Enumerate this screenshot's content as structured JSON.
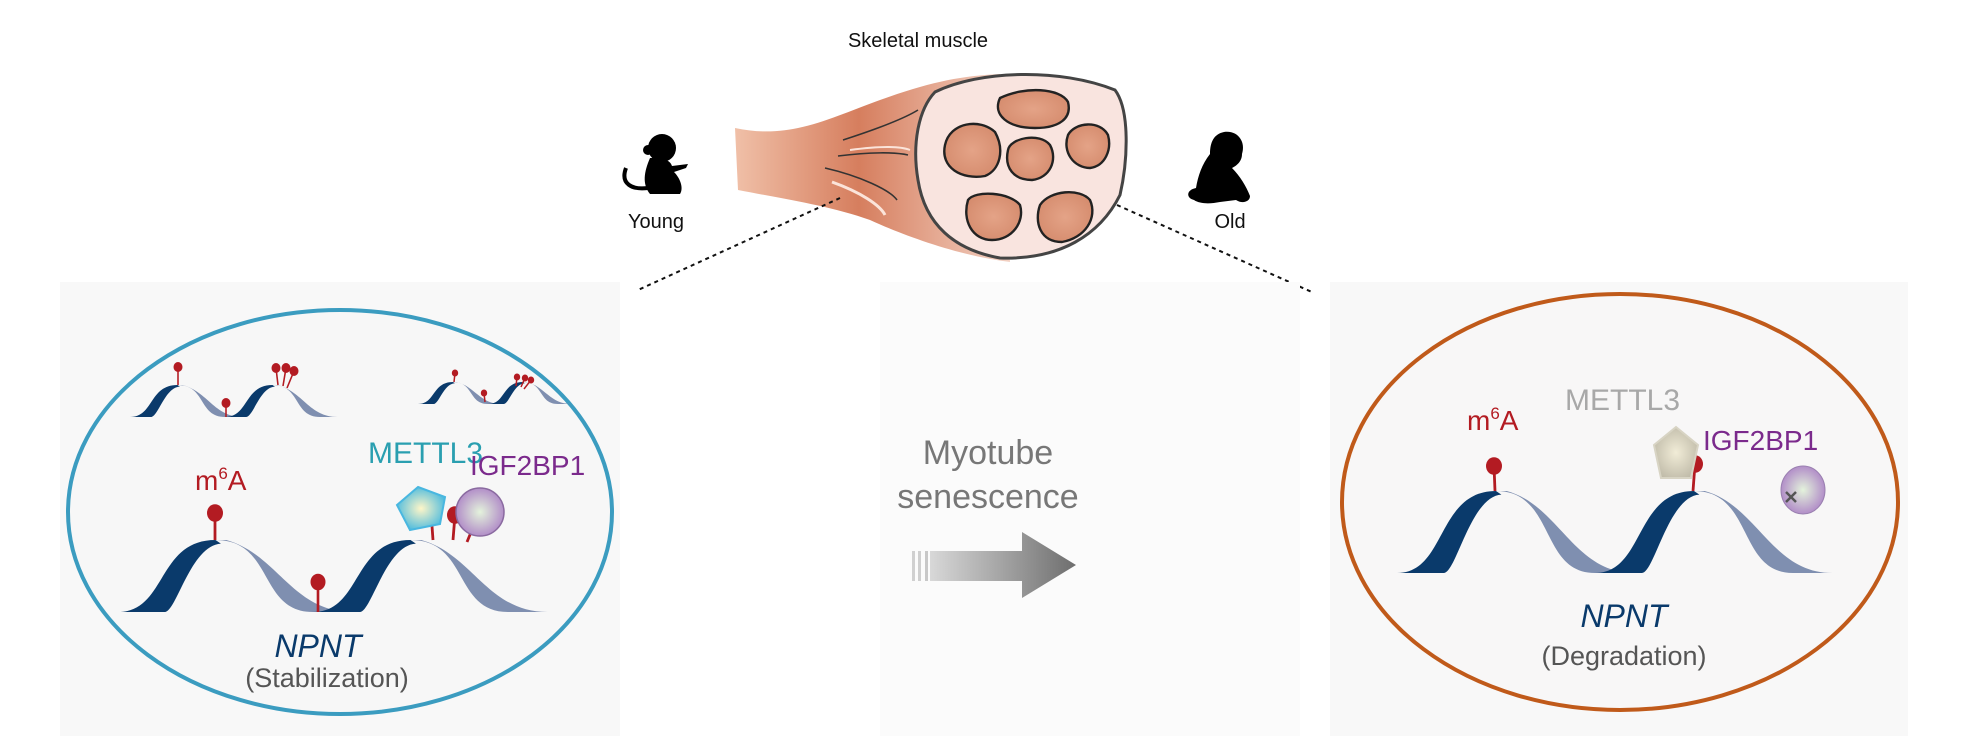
{
  "title": "Skeletal muscle",
  "ages": {
    "young": {
      "label": "Young",
      "icon": "young-monkey-icon"
    },
    "old": {
      "label": "Old",
      "icon": "old-monkey-icon"
    }
  },
  "transition": {
    "line1": "Myotube",
    "line2": "senescence",
    "icon": "right-arrow-icon"
  },
  "panels": {
    "young": {
      "border_color": "#3b9cc0",
      "m6a_base": "m",
      "m6a_sup": "6",
      "m6a_tail": "A",
      "writer": "METTL3",
      "writer_color": "#2a9fb0",
      "reader": "IGF2BP1",
      "reader_color": "#7b2a8c",
      "gene": "NPNT",
      "outcome": "(Stabilization)"
    },
    "old": {
      "border_color": "#c05a1a",
      "m6a_base": "m",
      "m6a_sup": "6",
      "m6a_tail": "A",
      "writer": "METTL3",
      "writer_color": "#a8a8a8",
      "reader": "IGF2BP1",
      "reader_color": "#7b2a8c",
      "gene": "NPNT",
      "outcome": "(Degradation)"
    }
  },
  "colors": {
    "m6a": "#b31b22",
    "rna_dark": "#0a3a6b",
    "rna_light": "#7f8fb0",
    "gene_text": "#0a3a6b",
    "outcome_text": "#555555",
    "muscle": "#d9876a"
  }
}
